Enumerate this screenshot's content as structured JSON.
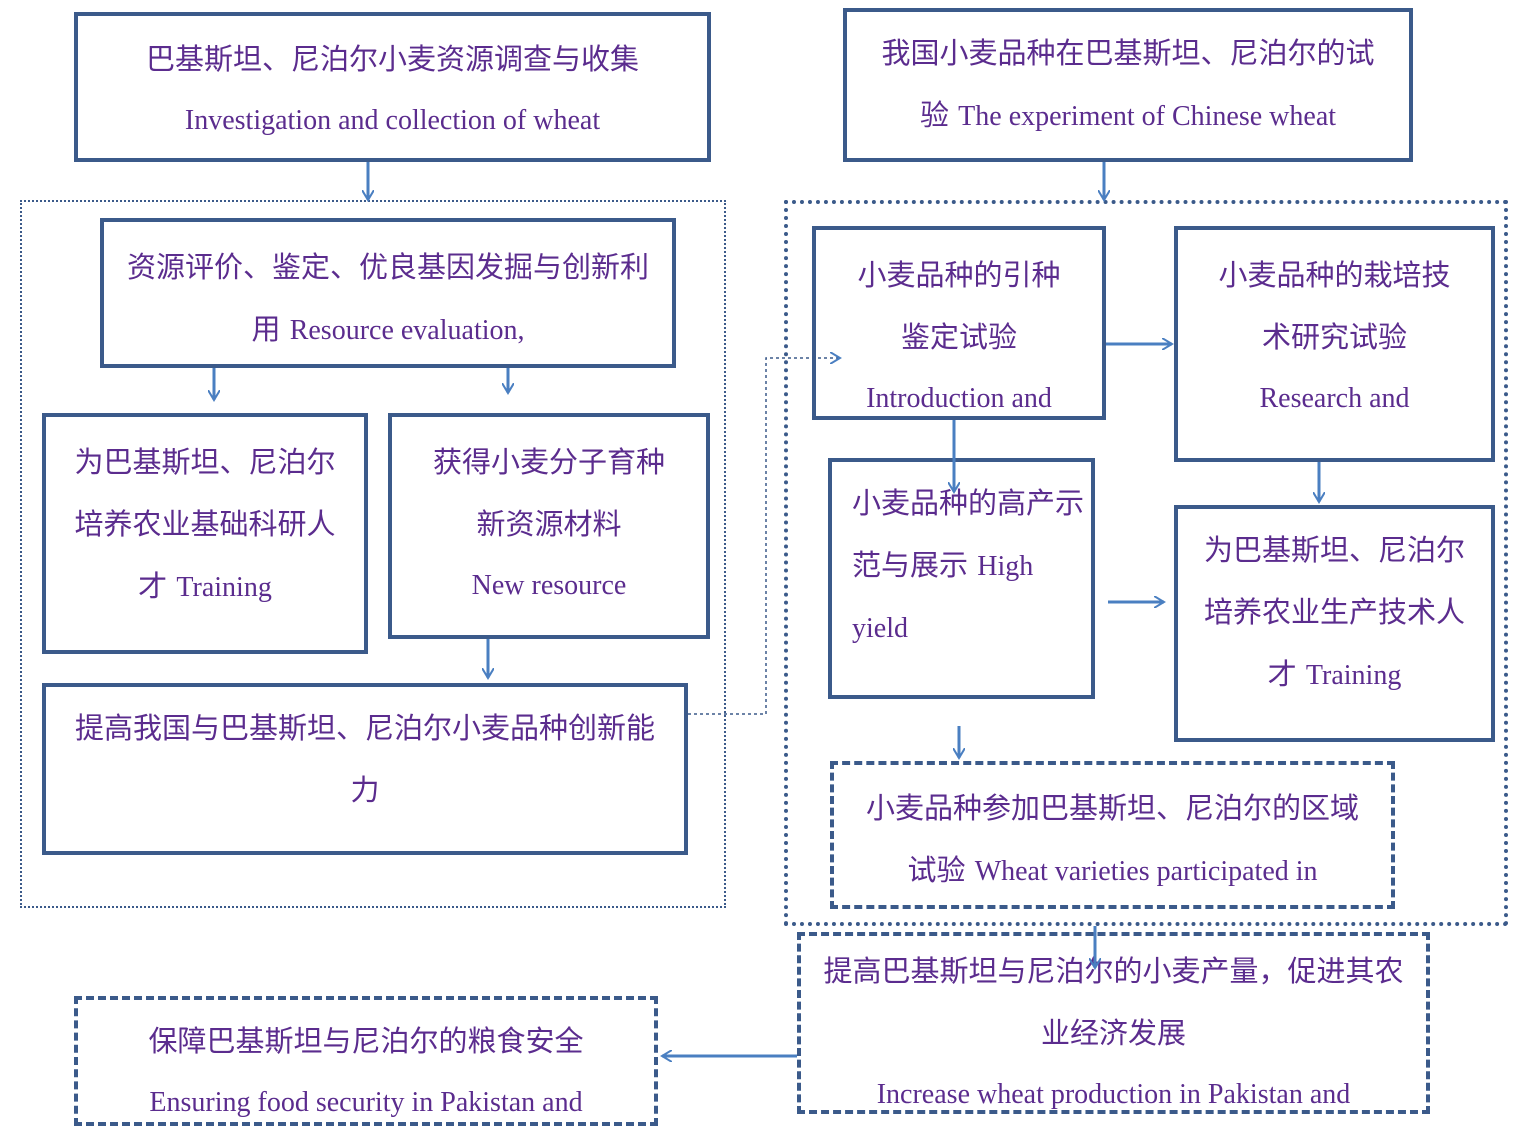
{
  "left": {
    "collection": {
      "zh": "巴基斯坦、尼泊尔小麦资源调查与收集",
      "en": "Investigation and collection of wheat"
    },
    "evaluation": {
      "zh": "资源评价、鉴定、优良基因发掘与创新利用",
      "en": "Resource evaluation,"
    },
    "training_research": {
      "zh": "为巴基斯坦、尼泊尔培养农业基础科研人才",
      "en": "Training"
    },
    "new_resource": {
      "zh": "获得小麦分子育种新资源材料",
      "en": "New resource"
    },
    "innovation": {
      "zh": "提高我国与巴基斯坦、尼泊尔小麦品种创新能力"
    },
    "food_security": {
      "zh": "保障巴基斯坦与尼泊尔的粮食安全",
      "en": "Ensuring food security in Pakistan and"
    }
  },
  "right": {
    "experiment": {
      "zh": "我国小麦品种在巴基斯坦、尼泊尔的试验",
      "en": "The experiment of Chinese wheat"
    },
    "introduction": {
      "zh": "小麦品种的引种鉴定试验",
      "en": "Introduction and"
    },
    "cultivation": {
      "zh": "小麦品种的栽培技术研究试验",
      "en": "Research and"
    },
    "high_yield": {
      "zh": "小麦品种的高产示范与展示",
      "en1": "High",
      "en2": "yield"
    },
    "training_production": {
      "zh": "为巴基斯坦、尼泊尔培养农业生产技术人才",
      "en": "Training"
    },
    "regional_trial": {
      "zh": "小麦品种参加巴基斯坦、尼泊尔的区域试验",
      "en": "Wheat varieties participated in"
    },
    "production": {
      "zh": "提高巴基斯坦与尼泊尔的小麦产量，促进其农业经济发展",
      "en": "Increase wheat production in Pakistan and"
    }
  },
  "colors": {
    "border": "#3b5a8a",
    "arrow": "#4a7fc1",
    "text": "#5b2c8e"
  }
}
